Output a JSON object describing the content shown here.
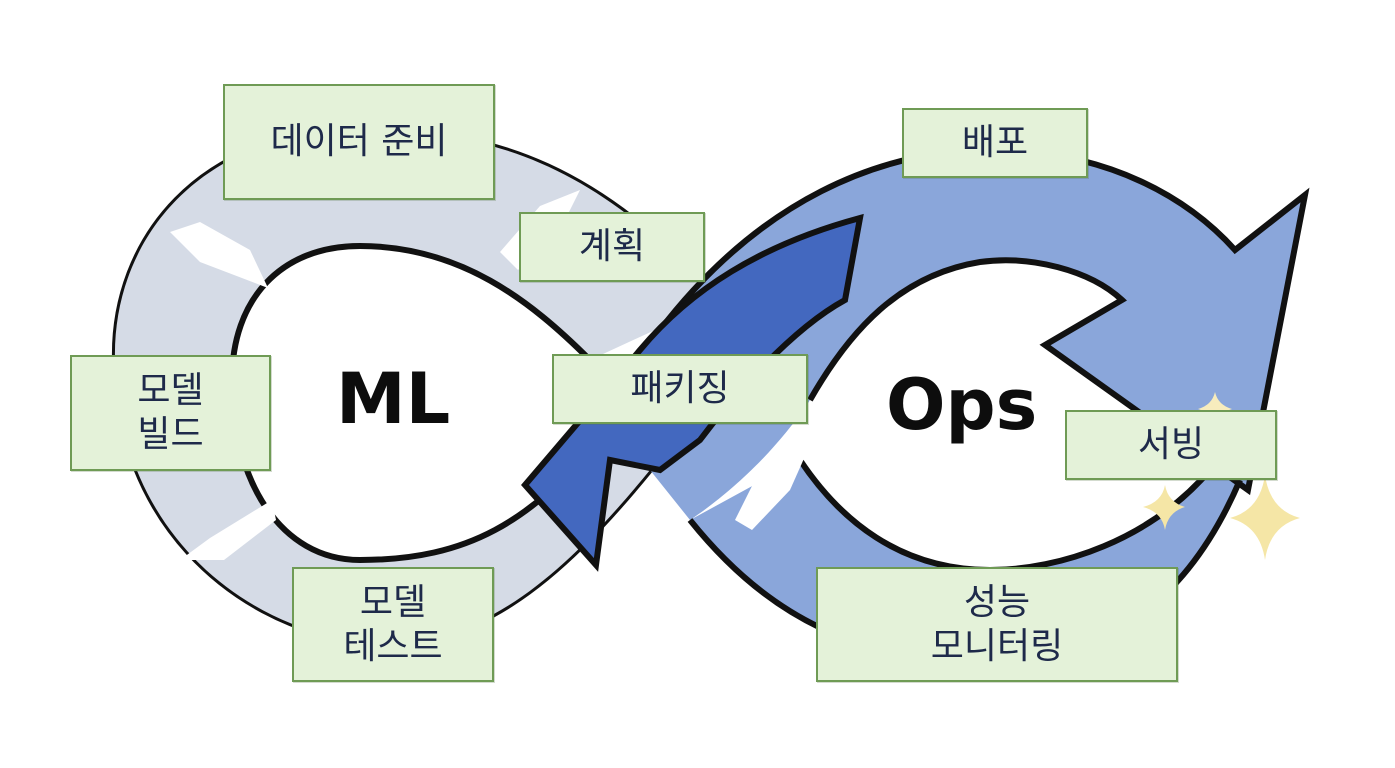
{
  "labels": {
    "ml": "ML",
    "ops": "Ops"
  },
  "stages": {
    "data_prep": "데이터 준비",
    "planning": "계획",
    "model_build": [
      "모델",
      "빌드"
    ],
    "packaging": "패키징",
    "model_test": [
      "모델",
      "테스트"
    ],
    "deploy": "배포",
    "serving": "서빙",
    "monitoring": [
      "성능",
      "모니터링"
    ]
  },
  "colors": {
    "ml_loop": "#d5dbe6",
    "ops_loop": "#8aa6da",
    "packaging_arrow": "#4368bf",
    "outline": "#111111",
    "box_fill": "#e4f2d9",
    "box_border": "#6f9b55",
    "sparkle": "#f5e6a6"
  }
}
